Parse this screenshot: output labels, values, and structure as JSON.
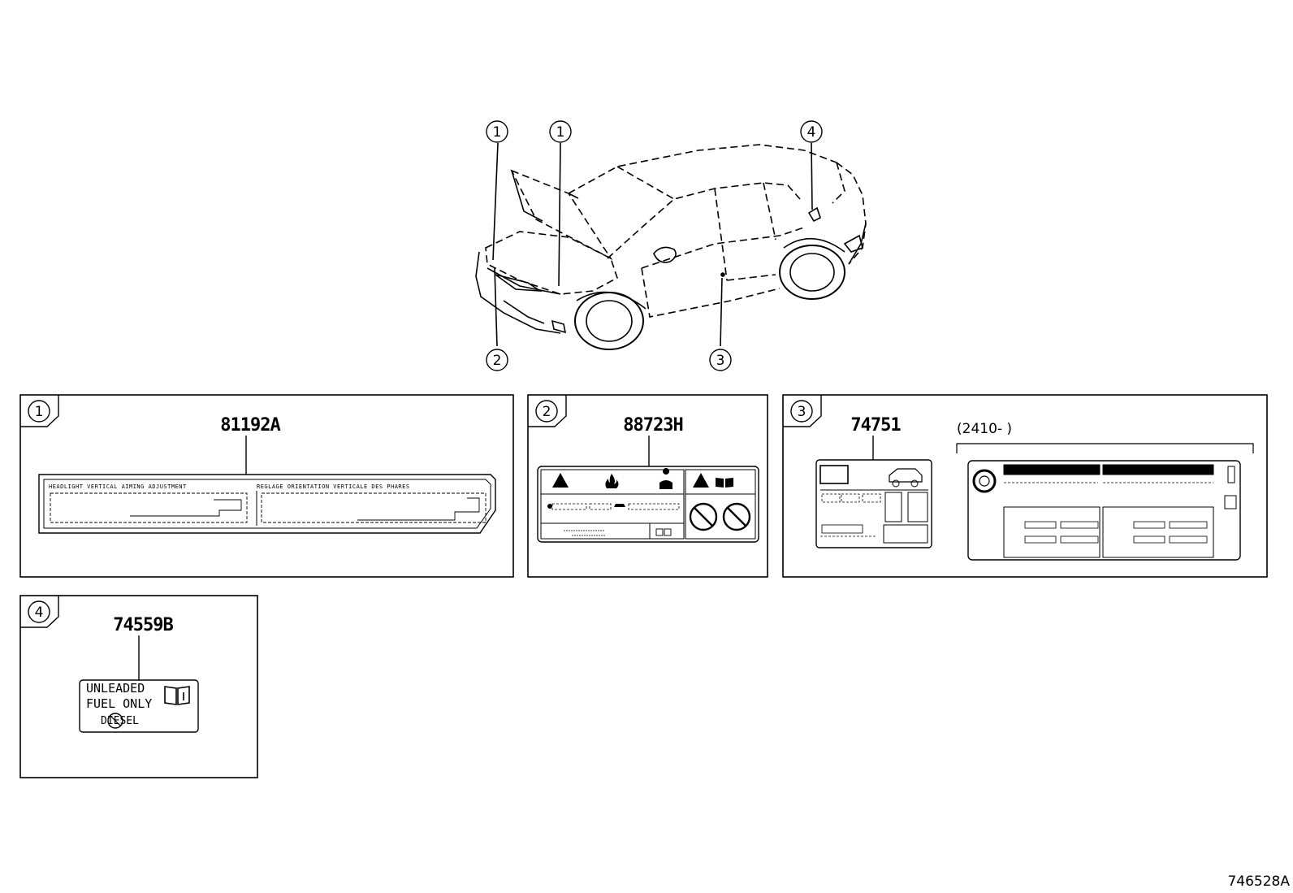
{
  "callouts": {
    "c1a": "1",
    "c1b": "1",
    "c4": "4",
    "c2": "2",
    "c3": "3"
  },
  "panels": [
    {
      "number": "1",
      "part": "81192A",
      "label_left": "HEADLIGHT VERTICAL AIMING ADJUSTMENT",
      "label_right": "REGLAGE ORIENTATION VERTICALE DES PHARES"
    },
    {
      "number": "2",
      "part": "88723H"
    },
    {
      "number": "3",
      "part": "74751",
      "date_range": "(2410-      )"
    },
    {
      "number": "4",
      "part": "74559B",
      "label_line1": "UNLEADED",
      "label_line2": "FUEL ONLY",
      "label_line3": "DIESEL"
    }
  ],
  "reference_code": "746528A"
}
